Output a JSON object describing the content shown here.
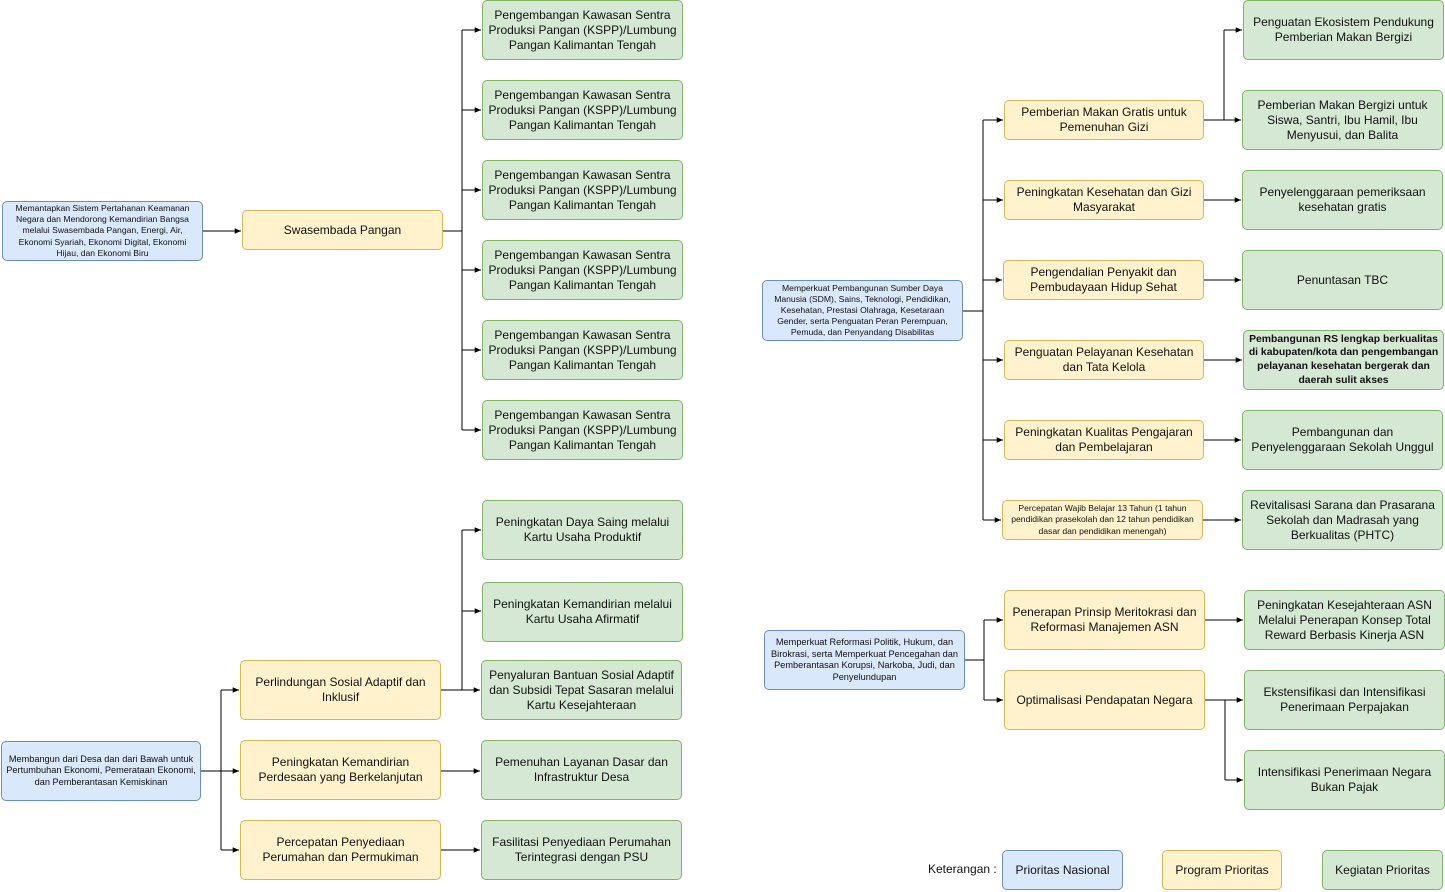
{
  "colors": {
    "prioritas_nasional": "#dae8fc",
    "program_prioritas": "#fff2cc",
    "kegiatan_prioritas": "#d5e8d4",
    "connector": "#000000"
  },
  "pn1": {
    "label": "Memantapkan Sistem Pertahanan Keamanan Negara dan Mendorong Kemandirian Bangsa melalui Swasembada Pangan, Energi, Air, Ekonomi Syariah, Ekonomi Digital, Ekonomi Hijau, dan Ekonomi Biru",
    "programs": [
      {
        "label": "Swasembada Pangan",
        "kegiatan": [
          "Pengembangan Kawasan Sentra Produksi Pangan (KSPP)/Lumbung Pangan Kalimantan Tengah",
          "Pengembangan Kawasan Sentra Produksi Pangan (KSPP)/Lumbung Pangan Kalimantan Tengah",
          "Pengembangan Kawasan Sentra Produksi Pangan (KSPP)/Lumbung Pangan Kalimantan Tengah",
          "Pengembangan Kawasan Sentra Produksi Pangan (KSPP)/Lumbung Pangan Kalimantan Tengah",
          "Pengembangan Kawasan Sentra Produksi Pangan (KSPP)/Lumbung Pangan Kalimantan Tengah",
          "Pengembangan Kawasan Sentra Produksi Pangan (KSPP)/Lumbung Pangan Kalimantan Tengah"
        ]
      }
    ]
  },
  "pn2": {
    "label": "Membangun dari Desa dan dari Bawah untuk Pertumbuhan Ekonomi, Pemerataan Ekonomi, dan Pemberantasan Kemiskinan",
    "programs": [
      {
        "label": "Perlindungan Sosial Adaptif dan Inklusif",
        "kegiatan": [
          "Peningkatan Daya Saing melalui Kartu Usaha Produktif",
          "Peningkatan Kemandirian melalui Kartu Usaha Afirmatif",
          "Penyaluran Bantuan Sosial Adaptif dan Subsidi Tepat Sasaran melalui Kartu Kesejahteraan"
        ]
      },
      {
        "label": "Peningkatan Kemandirian Perdesaan yang Berkelanjutan",
        "kegiatan": [
          "Pemenuhan Layanan Dasar dan Infrastruktur Desa"
        ]
      },
      {
        "label": "Percepatan Penyediaan Perumahan dan Permukiman",
        "kegiatan": [
          "Fasilitasi Penyediaan Perumahan Terintegrasi dengan PSU"
        ]
      }
    ]
  },
  "pn3": {
    "label": "Memperkuat Pembangunan Sumber Daya Manusia (SDM), Sains, Teknologi, Pendidikan, Kesehatan, Prestasi Olahraga, Kesetaraan Gender, serta Penguatan Peran Perempuan, Pemuda, dan Penyandang Disabilitas",
    "programs": [
      {
        "label": "Pemberian Makan Gratis untuk Pemenuhan Gizi",
        "kegiatan": [
          "Penguatan Ekosistem Pendukung Pemberian Makan Bergizi",
          "Pemberian Makan Bergizi untuk Siswa, Santri, Ibu Hamil, Ibu Menyusui, dan Balita"
        ]
      },
      {
        "label": "Peningkatan Kesehatan dan Gizi Masyarakat",
        "kegiatan": [
          "Penyelenggaraan pemeriksaan kesehatan gratis"
        ]
      },
      {
        "label": "Pengendalian Penyakit dan Pembudayaan Hidup Sehat",
        "kegiatan": [
          "Penuntasan TBC"
        ]
      },
      {
        "label": "Penguatan Pelayanan Kesehatan dan Tata Kelola",
        "kegiatan": [
          "Pembangunan RS lengkap berkualitas di kabupaten/kota dan pengembangan pelayanan kesehatan bergerak dan daerah sulit akses"
        ]
      },
      {
        "label": "Peningkatan Kualitas Pengajaran dan Pembelajaran",
        "kegiatan": [
          "Pembangunan dan Penyelenggaraan Sekolah Unggul"
        ]
      },
      {
        "label": "Percepatan Wajib Belajar 13 Tahun (1 tahun pendidikan prasekolah dan 12 tahun pendidikan dasar dan pendidikan menengah)",
        "kegiatan": [
          "Revitalisasi Sarana dan Prasarana Sekolah dan Madrasah yang Berkualitas (PHTC)"
        ]
      }
    ]
  },
  "pn4": {
    "label": "Memperkuat Reformasi Politik, Hukum, dan Birokrasi, serta Memperkuat Pencegahan dan Pemberantasan Korupsi, Narkoba, Judi, dan Penyelundupan",
    "programs": [
      {
        "label": "Penerapan Prinsip Meritokrasi dan Reformasi Manajemen ASN",
        "kegiatan": [
          "Peningkatan Kesejahteraan ASN Melalui Penerapan Konsep Total Reward Berbasis Kinerja ASN"
        ]
      },
      {
        "label": "Optimalisasi Pendapatan Negara",
        "kegiatan": [
          "Ekstensifikasi dan Intensifikasi Penerimaan Perpajakan",
          "Intensifikasi Penerimaan Negara Bukan Pajak"
        ]
      }
    ]
  },
  "legend": {
    "title": "Keterangan :",
    "items": [
      "Prioritas Nasional",
      "Program Prioritas",
      "Kegiatan Prioritas"
    ]
  }
}
